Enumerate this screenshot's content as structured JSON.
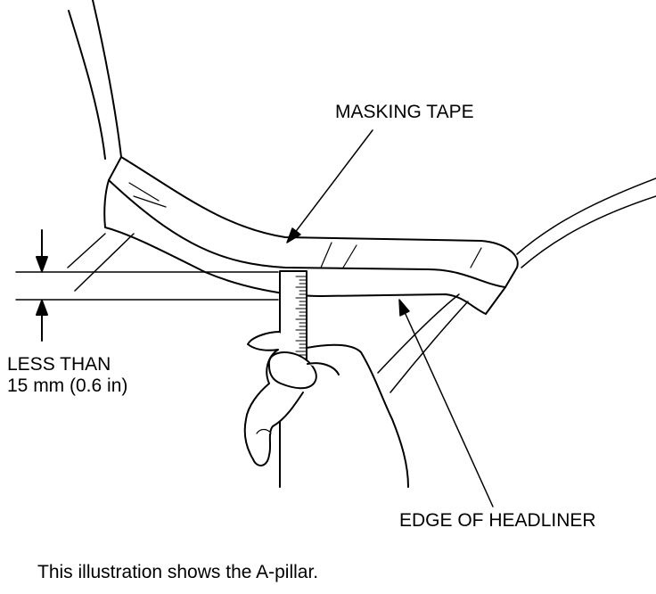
{
  "labels": {
    "masking_tape": "MASKING TAPE",
    "dimension_line1": "LESS THAN",
    "dimension_line2": "15 mm (0.6 in)",
    "edge_of_headliner": "EDGE OF HEADLINER"
  },
  "caption": "This illustration shows the A-pillar."
}
